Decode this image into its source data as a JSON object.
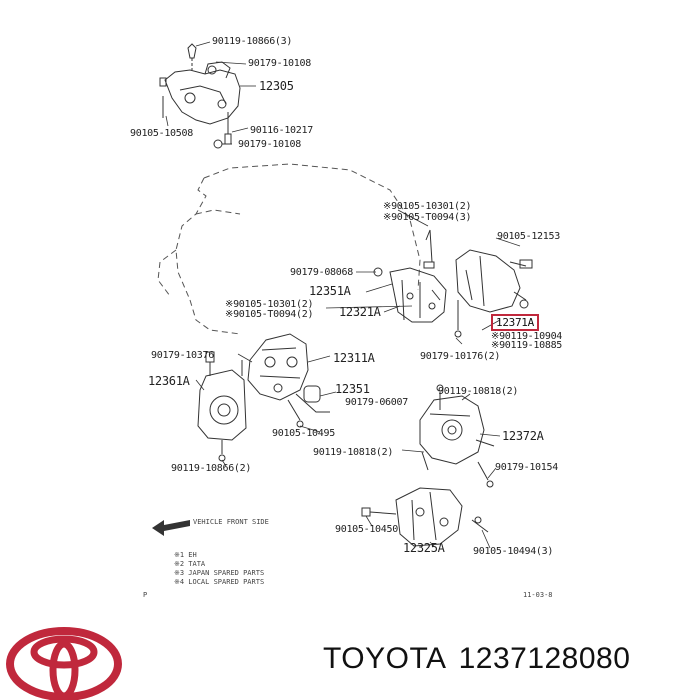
{
  "diagram": {
    "labels": {
      "bolt_90119_10866_3": "90119-10866(3)",
      "washer_90179_10108_top": "90179-10108",
      "part_12305": "12305",
      "bolt_90105_10508": "90105-10508",
      "stud_90116_10217": "90116-10217",
      "washer_90179_10108_bottom": "90179-10108",
      "bolt_90105_10301_right": "※90105-10301(2)",
      "bolt_90105_t0094_right": "※90105-T0094(3)",
      "bolt_90105_12153": "90105-12153",
      "nut_90179_08068": "90179-08068",
      "part_12351a": "12351A",
      "part_12321a": "12321A",
      "part_12371a": "12371A",
      "bolt_90119_10904": "※90119-10904",
      "bolt_90119_10885": "※90119-10885",
      "bolt_90105_10301_left": "※90105-10301(2)",
      "bolt_90105_t0094_left": "※90105-T0094(2)",
      "nut_90179_10176_right": "90179-10176(2)",
      "nut_90179_10376": "90179-10376",
      "part_12311a": "12311A",
      "part_12361a": "12361A",
      "part_12351": "12351",
      "bolt_90119_10818_top": "90119-10818(2)",
      "nut_90179_06007": "90179-06007",
      "bolt_90105_10495": "90105-10495",
      "part_12372a": "12372A",
      "bolt_90119_10818_bottom": "90119-10818(2)",
      "bolt_90119_10866_2": "90119-10866(2)",
      "nut_90179_10154": "90179-10154",
      "bolt_90105_10450": "90105-10450",
      "part_12325a": "12325A",
      "bolt_90105_10494_3": "90105-10494(3)"
    },
    "front_label": "VEHICLE FRONT SIDE",
    "legend": [
      "※1 EH",
      "※2 TATA",
      "※3 JAPAN SPARED PARTS",
      "※4 LOCAL SPARED PARTS"
    ],
    "corner_left": "P",
    "corner_right": "11-03-8"
  },
  "footer": {
    "brand": "TOYOTA",
    "part_number": "1237128080"
  },
  "colors": {
    "logo_red": "#c0283c",
    "highlight_border": "#c0283c",
    "line_art": "#333333"
  },
  "icons": {
    "logo": "toyota-logo-icon",
    "arrow": "front-direction-arrow-icon"
  }
}
